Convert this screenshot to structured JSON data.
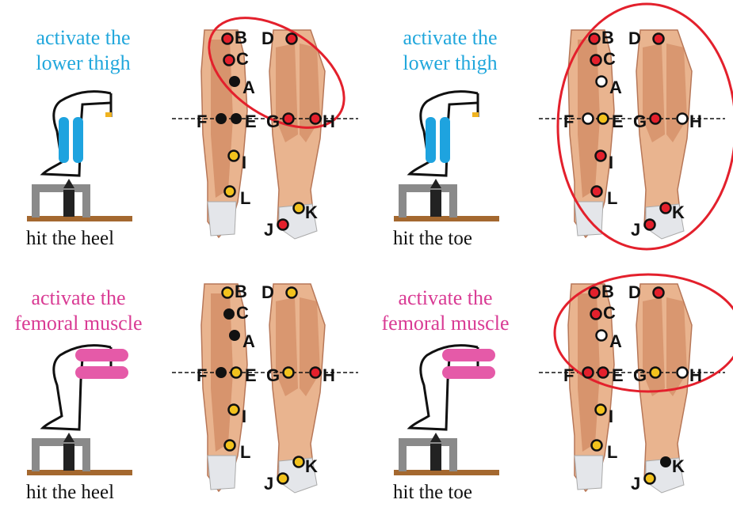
{
  "panels": [
    {
      "id": "top-left",
      "caption_line1": "activate the",
      "caption_line2": "lower thigh",
      "caption_color": "#21a7dc",
      "muscle_color": "#1ea3df",
      "bottom_caption": "hit the heel",
      "muscle": "lower-thigh",
      "ellipse": "small",
      "points": {
        "A": "black",
        "B": "red",
        "C": "red",
        "D": "red",
        "E": "black",
        "F": "black",
        "G": "red",
        "H": "red",
        "I": "yellow",
        "J": "red",
        "K": "yellow",
        "L": "yellow"
      }
    },
    {
      "id": "top-right",
      "caption_line1": "activate the",
      "caption_line2": "lower thigh",
      "caption_color": "#21a7dc",
      "muscle_color": "#1ea3df",
      "bottom_caption": "hit the toe",
      "muscle": "lower-thigh",
      "ellipse": "large",
      "points": {
        "A": "white",
        "B": "red",
        "C": "red",
        "D": "red",
        "E": "yellow",
        "F": "white",
        "G": "red",
        "H": "white",
        "I": "red",
        "J": "red",
        "K": "red",
        "L": "red"
      }
    },
    {
      "id": "bottom-left",
      "caption_line1": "activate the",
      "caption_line2": "femoral muscle",
      "caption_color": "#d93b94",
      "muscle_color": "#e55aa8",
      "bottom_caption": "hit the heel",
      "muscle": "femoral",
      "ellipse": "none",
      "points": {
        "A": "black",
        "B": "yellow",
        "C": "black",
        "D": "yellow",
        "E": "yellow",
        "F": "black",
        "G": "yellow",
        "H": "red",
        "I": "yellow",
        "J": "yellow",
        "K": "yellow",
        "L": "yellow"
      }
    },
    {
      "id": "bottom-right",
      "caption_line1": "activate the",
      "caption_line2": "femoral muscle",
      "caption_color": "#d93b94",
      "muscle_color": "#e55aa8",
      "bottom_caption": "hit the toe",
      "muscle": "femoral",
      "ellipse": "medium",
      "points": {
        "A": "white",
        "B": "red",
        "C": "red",
        "D": "red",
        "E": "red",
        "F": "red",
        "G": "yellow",
        "H": "white",
        "I": "yellow",
        "J": "yellow",
        "K": "black",
        "L": "yellow"
      }
    }
  ],
  "colors": {
    "red": "#e3202c",
    "yellow": "#f2c21d",
    "black": "#111111",
    "white": "#ffffff",
    "ellipse": "#e3202c",
    "muscle_light": "#e9b48f",
    "muscle_dark": "#c97a52",
    "stool": "#8a8a8a",
    "floor": "#a4682f"
  }
}
